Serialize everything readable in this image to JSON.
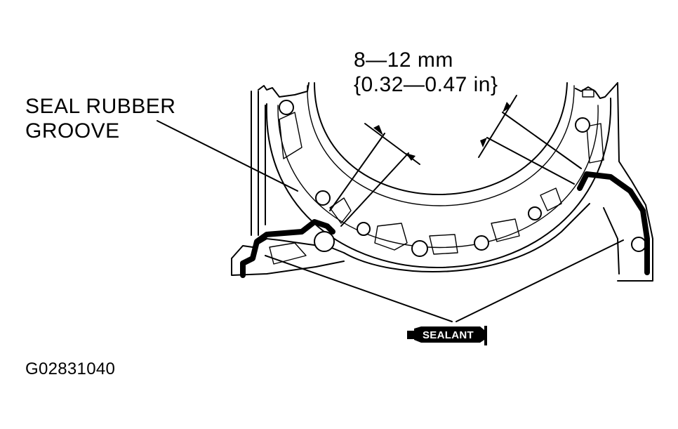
{
  "labels": {
    "seal_groove": [
      "SEAL RUBBER",
      "GROOVE"
    ],
    "dimension": [
      "8—12 mm",
      "{0.32—0.47 in}"
    ],
    "figure_code": "G02831040"
  },
  "sealant_tube": {
    "text": "SEALANT"
  }
}
